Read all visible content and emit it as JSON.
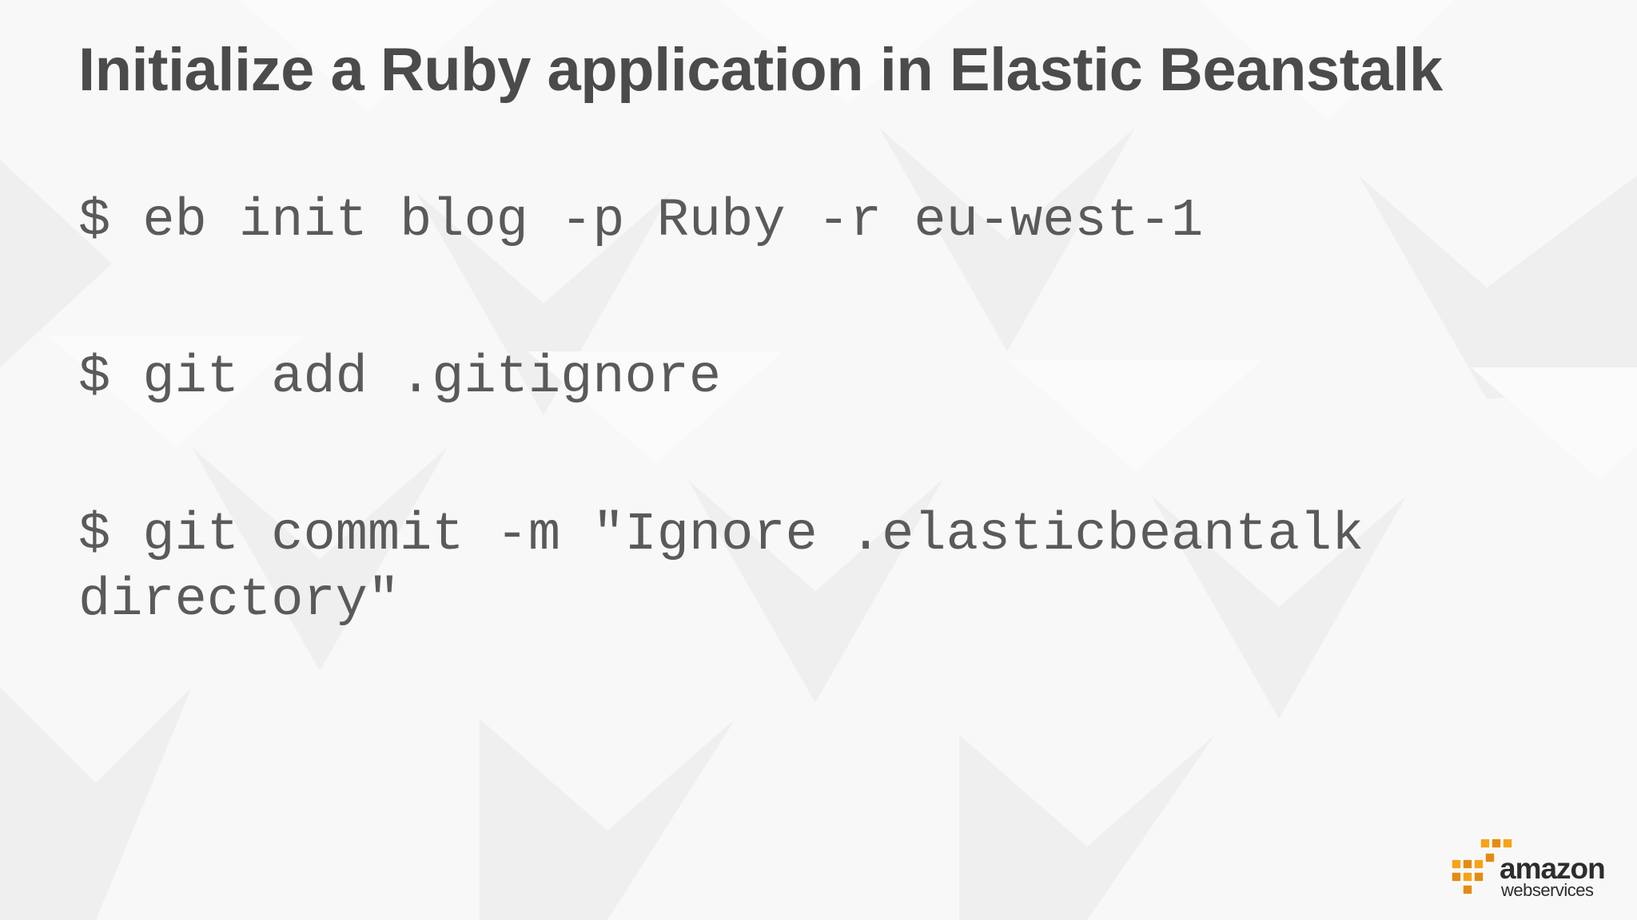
{
  "slide": {
    "title": "Initialize a Ruby application in Elastic Beanstalk",
    "commands": [
      "$ eb init blog -p Ruby -r eu-west-1",
      "$ git add .gitignore",
      "$ git commit -m \"Ignore .elasticbeantalk\ndirectory\""
    ]
  },
  "logo": {
    "line1": "amazon",
    "line2": "webservices",
    "icon": "aws-cubes-logo-icon",
    "accent_color": "#f7a21b"
  },
  "colors": {
    "background": "#f8f8f8",
    "title": "#4b4b4b",
    "command_text": "#5a5a5a"
  }
}
